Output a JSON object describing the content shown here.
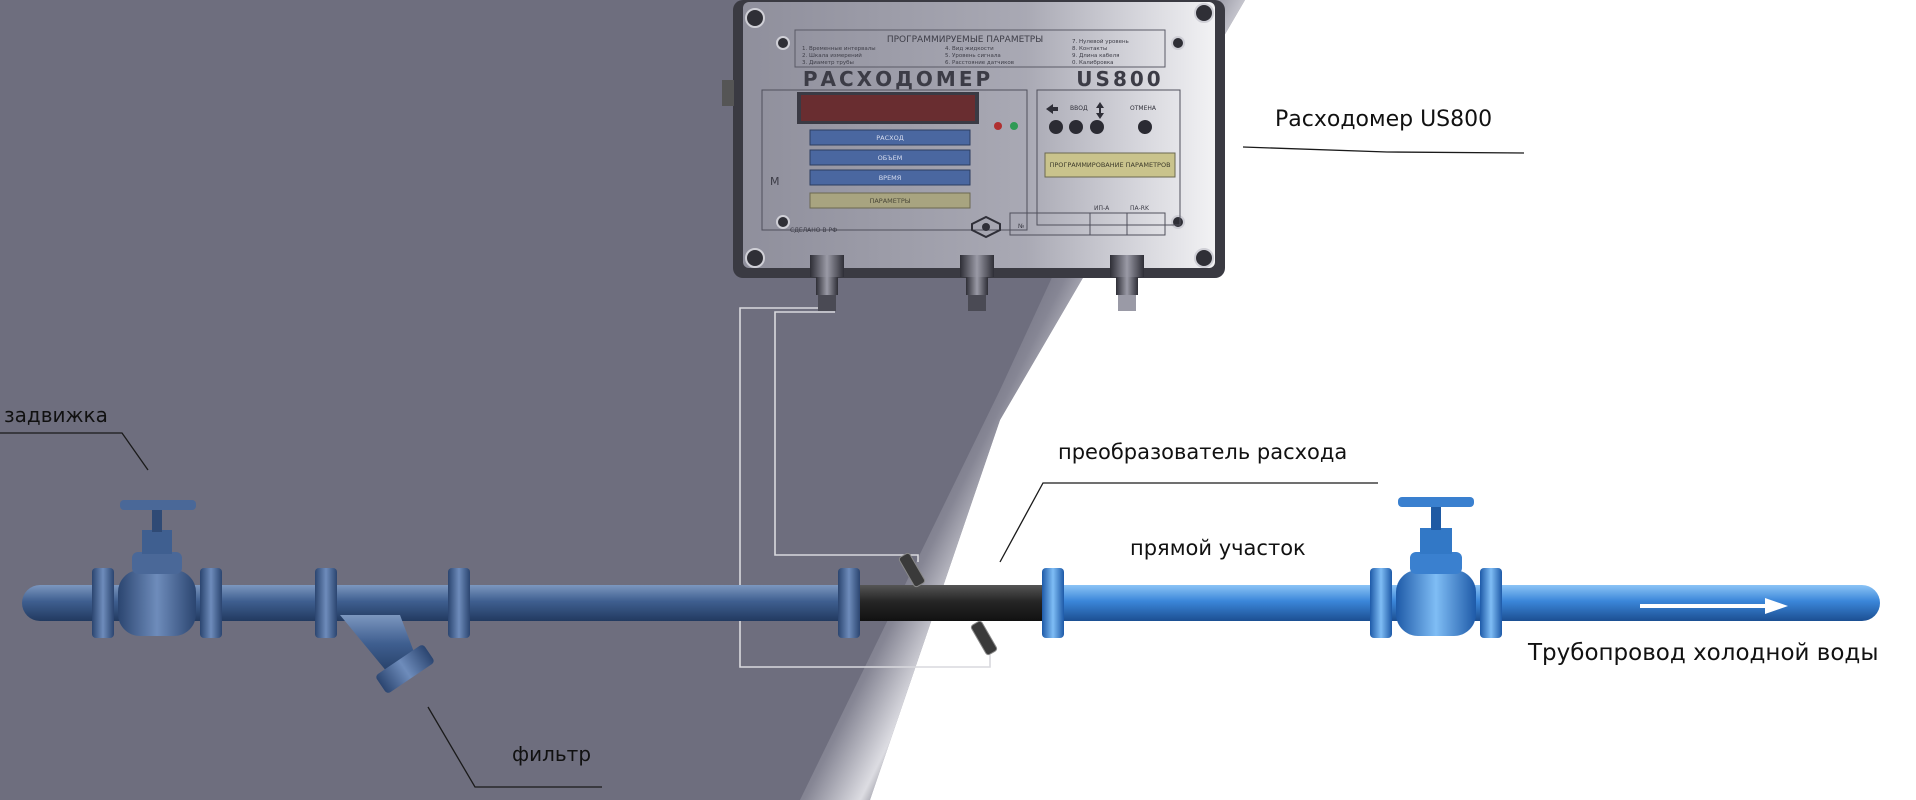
{
  "labels": {
    "meter": "Расходомер US800",
    "valve": "задвижка",
    "filter": "фильтр",
    "transducer": "преобразователь расхода",
    "straight": "прямой участок",
    "pipeline": "Трубопровод холодной воды"
  },
  "meter_panel": {
    "title": "РАСХОДОМЕР",
    "model": "US800",
    "header_title": "ПРОГРАММИРУЕМЫЕ ПАРАМЕТРЫ",
    "header_items": [
      "1. Временные интервалы",
      "2. Шкала измерений",
      "3. Диаметр трубы",
      "4. Вид жидкости",
      "5. Уровень сигнала",
      "6. Расстояние датчиков",
      "7. Нулевой уровень",
      "8. Контакты",
      "9. Длина кабеля",
      "0. Калибровка"
    ],
    "buttons": [
      "РАСХОД",
      "ОБЪЕМ",
      "ВРЕМЯ",
      "ПАРАМЕТРЫ"
    ],
    "side_label": "М",
    "key_labels": [
      "ВВОД",
      "ОТМЕНА"
    ],
    "prog_label": "ПРОГРАММИРОВАНИЕ ПАРАМЕТРОВ",
    "bottom_left": "СДЕЛАНО В РФ",
    "bottom_cells": [
      "№",
      "ИП-А",
      "ПА-RK"
    ]
  },
  "colors": {
    "gray_bg": "#6e6e7e",
    "pipe_dark": "#3d5f8f",
    "pipe_bright": "#3f86d8",
    "transducer": "#262626"
  }
}
